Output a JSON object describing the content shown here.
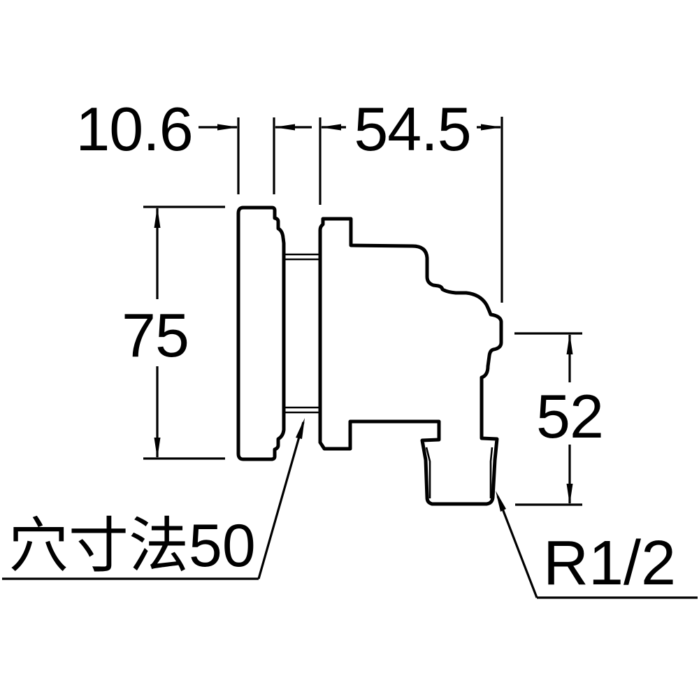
{
  "drawing": {
    "colors": {
      "line": "#000000",
      "background": "#ffffff"
    },
    "dimensions": {
      "plate_thickness": "10.6",
      "body_depth": "54.5",
      "plate_height": "75",
      "outlet_drop": "52"
    },
    "labels": {
      "hole_size": "穴寸法50",
      "thread_size": "R1/2"
    }
  }
}
